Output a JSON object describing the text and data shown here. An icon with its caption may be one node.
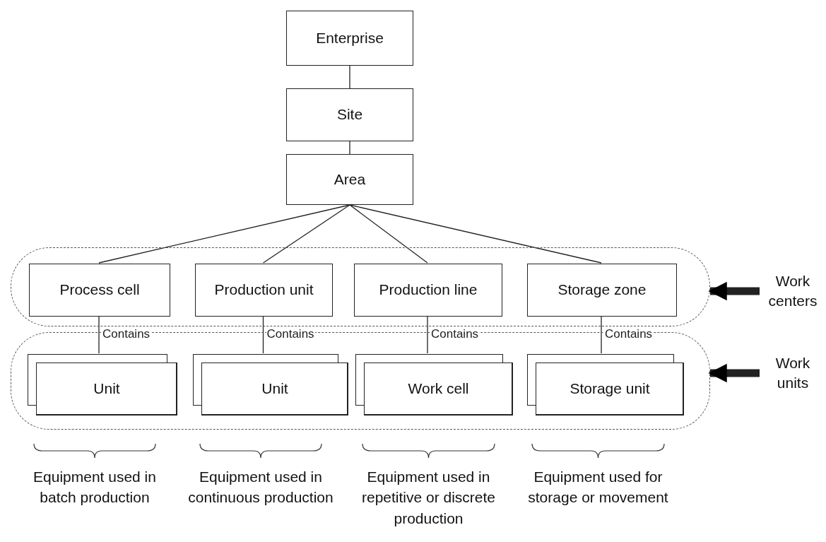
{
  "diagram": {
    "nodes": [
      {
        "text": [
          "Enterprise"
        ]
      },
      {
        "text": [
          "Site"
        ]
      },
      {
        "text": [
          "Area"
        ]
      },
      {
        "text": [],
        "shape": "box"
      },
      {
        "text": [
          "Process cell"
        ],
        "in": 3
      },
      {
        "text": [
          "Production unit"
        ],
        "in": 3
      },
      {
        "text": [
          "Production line"
        ],
        "in": 3
      },
      {
        "text": [
          "Storage zone"
        ],
        "in": 3
      },
      {
        "text": [
          "Work centers"
        ]
      },
      {
        "text": [],
        "shape": "box"
      },
      {
        "text": [
          "Unit"
        ],
        "in": 9
      },
      {
        "text": [
          "Unit"
        ],
        "in": 9
      },
      {
        "text": [
          "Work cell"
        ],
        "in": 9
      },
      {
        "text": [
          "Storage unit"
        ],
        "in": 9
      },
      {
        "text": [
          "Work units"
        ]
      }
    ],
    "edges": [
      {
        "from": 0,
        "to": 1,
        "arrow": "none"
      },
      {
        "from": 1,
        "to": 2,
        "arrow": "none"
      },
      {
        "from": 2,
        "to": 4,
        "arrow": "none"
      },
      {
        "from": 2,
        "to": 5,
        "arrow": "none"
      },
      {
        "from": 2,
        "to": 6,
        "arrow": "none"
      },
      {
        "from": 2,
        "to": 7,
        "arrow": "none"
      },
      {
        "from": 4,
        "to": 10,
        "arrow": "none",
        "label": "Contains"
      },
      {
        "from": 5,
        "to": 11,
        "arrow": "none",
        "label": "Contains"
      },
      {
        "from": 6,
        "to": 12,
        "arrow": "none",
        "label": "Contains"
      },
      {
        "from": 7,
        "to": 13,
        "arrow": "none",
        "label": "Contains"
      },
      {
        "from": 8,
        "to": 3,
        "arrow": "to",
        "style": "thick"
      },
      {
        "from": 14,
        "to": 9,
        "arrow": "to",
        "style": "thick"
      }
    ],
    "labels": [
      "Equipment used in batch production",
      "Equipment used in continuous production",
      "Equipment used in repetitive or discrete production",
      "Equipment used for storage or movement"
    ]
  }
}
